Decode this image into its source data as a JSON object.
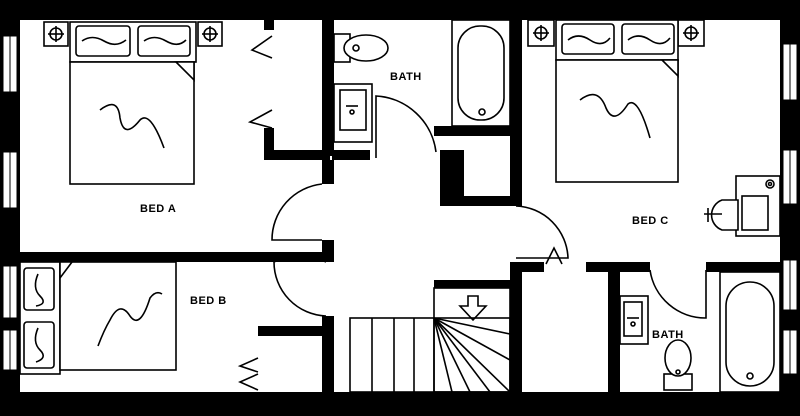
{
  "floor_plan": {
    "rooms": {
      "bed_a": {
        "label": "BED A"
      },
      "bed_b": {
        "label": "BED B"
      },
      "bed_c": {
        "label": "BED C"
      },
      "bath_main": {
        "label": "BATH"
      },
      "bath_ensuite": {
        "label": "BATH"
      }
    },
    "colors": {
      "wall": "#000000",
      "background": "#ffffff"
    },
    "icons": {
      "stair_arrow": "down-arrow-icon",
      "bed": "bed-icon",
      "toilet": "toilet-icon",
      "sink": "sink-icon",
      "bathtub": "bathtub-icon",
      "nightstand": "lamp-table-icon",
      "desk": "desk-icon",
      "chair": "chair-icon"
    }
  }
}
